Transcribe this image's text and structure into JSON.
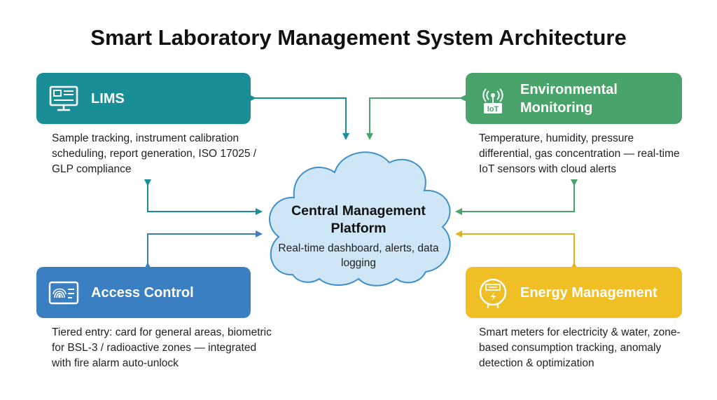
{
  "title": "Smart Laboratory Management System Architecture",
  "center": {
    "title": "Central Management Platform",
    "subtitle": "Real-time dashboard, alerts, data logging"
  },
  "modules": {
    "lims": {
      "label": "LIMS",
      "icon": "computer-monitor-icon",
      "color": "#1a8e96",
      "description": "Sample tracking, instrument calibration scheduling, report generation, ISO 17025 / GLP compliance"
    },
    "environmental": {
      "label": "Environmental Monitoring",
      "icon": "iot-sensor-icon",
      "icon_text": "IoT",
      "color": "#49a46b",
      "description": "Temperature, humidity, pressure differential, gas concentration — real-time IoT sensors with cloud alerts"
    },
    "access": {
      "label": "Access Control",
      "icon": "fingerprint-card-icon",
      "color": "#3a7fc1",
      "description": "Tiered entry: card for general areas, biometric for BSL-3 / radioactive zones — integrated with fire alarm auto-unlock"
    },
    "energy": {
      "label": "Energy Management",
      "icon": "smart-meter-icon",
      "color": "#efbf25",
      "description": "Smart meters for electricity & water, zone-based consumption tracking, anomaly detection & optimization"
    }
  },
  "colors": {
    "cloud_fill": "#cfe6f7",
    "cloud_stroke": "#3f8fc9"
  }
}
